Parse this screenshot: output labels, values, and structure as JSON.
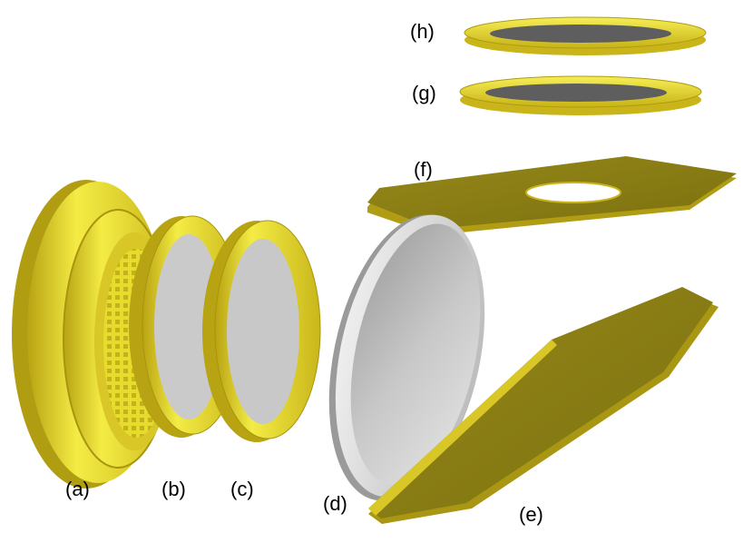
{
  "labels": {
    "a": "(a)",
    "b": "(b)",
    "c": "(c)",
    "d": "(d)",
    "e": "(e)",
    "f": "(f)",
    "g": "(g)",
    "h": "(h)"
  },
  "colors": {
    "yellow_light": "#f2ea3a",
    "yellow_mid": "#d9c61a",
    "yellow_dark": "#a89410",
    "olive": "#8b7f14",
    "olive_dark": "#6c620c",
    "gray_light": "#d6d6d6",
    "gray_mid": "#b8b8b8",
    "gray_dark": "#555555"
  }
}
